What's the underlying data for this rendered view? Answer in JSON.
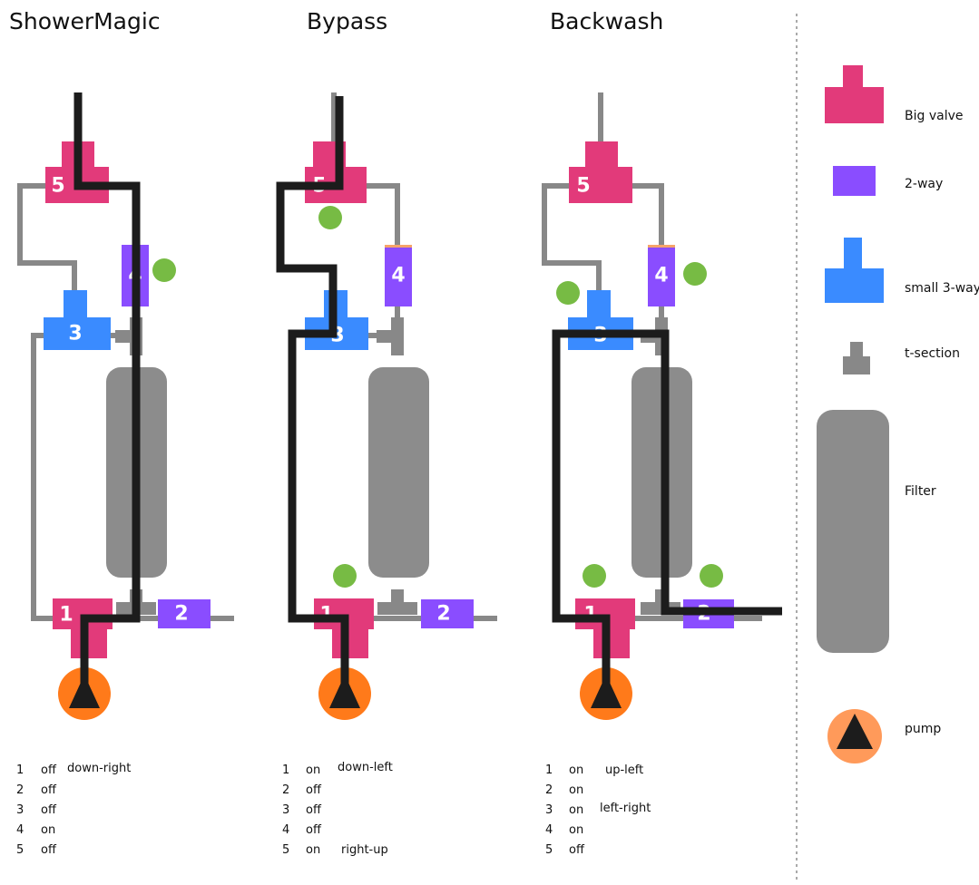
{
  "colors": {
    "big_valve": "#e23a7a",
    "two_way": "#8a4dff",
    "small_three_way": "#3a8bff",
    "pipe": "#888888",
    "filter": "#8c8c8c",
    "flow": "#1c1c1c",
    "indicator": "#77bb44",
    "pump": "#ff7a1a"
  },
  "panels": [
    {
      "title": "ShowerMagic",
      "valves": {
        "v1": "1",
        "v2": "2",
        "v3": "3",
        "v4": "4",
        "v5": "5"
      },
      "states": [
        {
          "num": "1",
          "state": "off",
          "direction": "down-right"
        },
        {
          "num": "2",
          "state": "off",
          "direction": ""
        },
        {
          "num": "3",
          "state": "off",
          "direction": ""
        },
        {
          "num": "4",
          "state": "on",
          "direction": ""
        },
        {
          "num": "5",
          "state": "off",
          "direction": ""
        }
      ]
    },
    {
      "title": "Bypass",
      "valves": {
        "v1": "1",
        "v2": "2",
        "v3": "3",
        "v4": "4",
        "v5": "5"
      },
      "states": [
        {
          "num": "1",
          "state": "on",
          "direction": "down-left"
        },
        {
          "num": "2",
          "state": "off",
          "direction": ""
        },
        {
          "num": "3",
          "state": "off",
          "direction": ""
        },
        {
          "num": "4",
          "state": "off",
          "direction": ""
        },
        {
          "num": "5",
          "state": "on",
          "direction": "right-up"
        }
      ]
    },
    {
      "title": "Backwash",
      "valves": {
        "v1": "1",
        "v2": "2",
        "v3": "3",
        "v4": "4",
        "v5": "5"
      },
      "states": [
        {
          "num": "1",
          "state": "on",
          "direction": "up-left"
        },
        {
          "num": "2",
          "state": "on",
          "direction": ""
        },
        {
          "num": "3",
          "state": "on",
          "direction": "left-right"
        },
        {
          "num": "4",
          "state": "on",
          "direction": ""
        },
        {
          "num": "5",
          "state": "off",
          "direction": ""
        }
      ]
    }
  ],
  "legend": {
    "big_valve": "Big valve",
    "two_way": "2-way",
    "small_three_way": "small 3-way",
    "t_section": "t-section",
    "filter": "Filter",
    "pump": "pump"
  }
}
